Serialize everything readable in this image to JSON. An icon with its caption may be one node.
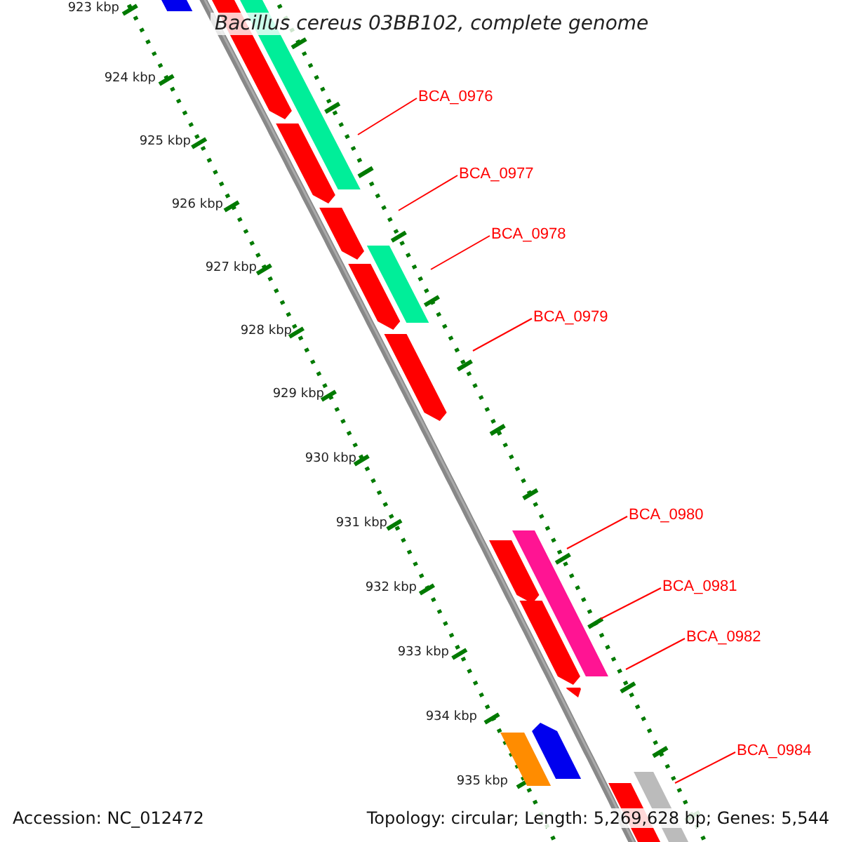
{
  "diagram": {
    "title": "Bacillus cereus 03BB102, complete genome",
    "nodes": [
      {
        "text": [
          "BCA_0976"
        ]
      },
      {
        "text": [
          "BCA_0977"
        ]
      },
      {
        "text": [
          "BCA_0978"
        ]
      },
      {
        "text": [
          "BCA_0979"
        ]
      },
      {
        "text": [
          "BCA_0980"
        ]
      },
      {
        "text": [
          "BCA_0981"
        ]
      },
      {
        "text": [
          "BCA_0982"
        ]
      },
      {
        "text": [
          "BCA_0984"
        ]
      }
    ],
    "edges": [
      {
        "from": 0,
        "to": null,
        "arrow": "none"
      },
      {
        "from": 1,
        "to": null,
        "arrow": "none"
      },
      {
        "from": 2,
        "to": null,
        "arrow": "none"
      },
      {
        "from": 3,
        "to": null,
        "arrow": "none"
      },
      {
        "from": 4,
        "to": null,
        "arrow": "none"
      },
      {
        "from": 5,
        "to": null,
        "arrow": "none"
      },
      {
        "from": 6,
        "to": null,
        "arrow": "none"
      },
      {
        "from": 7,
        "to": null,
        "arrow": "none"
      }
    ],
    "labels": [
      "923 kbp",
      "924 kbp",
      "925 kbp",
      "926 kbp",
      "927 kbp",
      "928 kbp",
      "929 kbp",
      "930 kbp",
      "931 kbp",
      "932 kbp",
      "933 kbp",
      "934 kbp",
      "935 kbp",
      "Accession: NC_012472",
      "Topology: circular; Length: 5,269,628 bp; Genes: 5,544"
    ]
  }
}
